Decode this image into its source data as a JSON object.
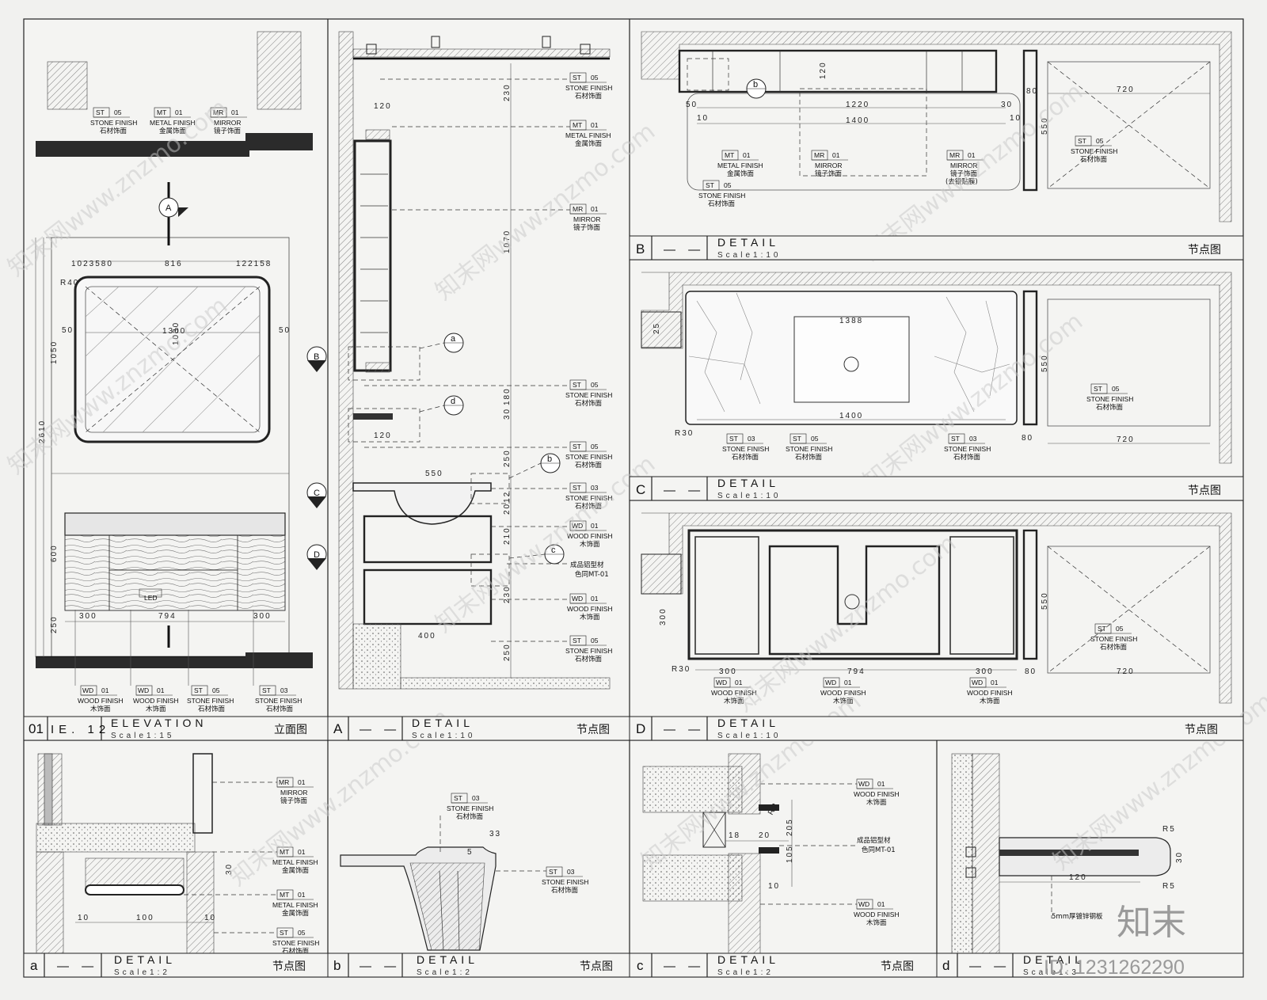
{
  "panels": {
    "elevation": {
      "letter": "01",
      "dashes": "IE. 12",
      "title": "ELEVATION",
      "scale": "Scale1:15",
      "cn": "立面图"
    },
    "A": {
      "letter": "A",
      "dashes": "— —",
      "title": "DETAIL",
      "scale": "Scale1:10",
      "cn": "节点图"
    },
    "B": {
      "letter": "B",
      "dashes": "— —",
      "title": "DETAIL",
      "scale": "Scale1:10",
      "cn": "节点图"
    },
    "C": {
      "letter": "C",
      "dashes": "— —",
      "title": "DETAIL",
      "scale": "Scale1:10",
      "cn": "节点图"
    },
    "D": {
      "letter": "D",
      "dashes": "— —",
      "title": "DETAIL",
      "scale": "Scale1:10",
      "cn": "节点图"
    },
    "a": {
      "letter": "a",
      "dashes": "— —",
      "title": "DETAIL",
      "scale": "Scale1:2",
      "cn": "节点图"
    },
    "b": {
      "letter": "b",
      "dashes": "— —",
      "title": "DETAIL",
      "scale": "Scale1:2",
      "cn": "节点图"
    },
    "c": {
      "letter": "c",
      "dashes": "— —",
      "title": "DETAIL",
      "scale": "Scale1:2",
      "cn": "节点图"
    },
    "d": {
      "letter": "d",
      "dashes": "— —",
      "title": "DETAIL",
      "scale": "Scale1:3",
      "cn": ""
    }
  },
  "materials": {
    "ST05": {
      "code": "ST",
      "num": "05",
      "en": "STONE FINISH",
      "cn": "石材饰面"
    },
    "ST03": {
      "code": "ST",
      "num": "03",
      "en": "STONE FINISH",
      "cn": "石材饰面"
    },
    "MT01": {
      "code": "MT",
      "num": "01",
      "en": "METAL FINISH",
      "cn": "金属饰面"
    },
    "MR01": {
      "code": "MR",
      "num": "01",
      "en": "MIRROR",
      "cn": "镜子饰面"
    },
    "MR01b": {
      "code": "MR",
      "num": "01",
      "en": "MIRROR",
      "cn": "镜子饰面"
    },
    "MR01c": {
      "code": "MR",
      "num": "01",
      "en": "MIRROR",
      "cn": "镜子饰面",
      "note": "(去银贴膜)"
    },
    "WD01": {
      "code": "WD",
      "num": "01",
      "en": "WOOD FINISH",
      "cn": "木饰面"
    }
  },
  "notes": {
    "alu_profile": "成品铝型材",
    "alu_color": "色同MT-01",
    "steel_plate": "5mm厚镀锌钢板",
    "led": "LED"
  },
  "dims": {
    "elev_1300": "1300",
    "elev_1030": "1030",
    "elev_816": "816",
    "elev_1050": "1050",
    "elev_2610": "2610",
    "elev_600": "600",
    "elev_250": "250",
    "elev_794": "794",
    "elev_300": "300",
    "elev_50": "50",
    "elev_top": "1023580",
    "elev_top2": "122158",
    "elev_R40": "R40",
    "A_230": "230",
    "A_120": "120",
    "A_1070": "1070",
    "A_180": "180",
    "A_30": "30",
    "A_250": "250",
    "A_550": "550",
    "A_210": "210",
    "A_400": "400",
    "A_2012": "2012",
    "A_230b": "230",
    "A_120b": "120",
    "B_1220": "1220",
    "B_1400": "1400",
    "B_720": "720",
    "B_550": "550",
    "B_50": "50",
    "B_10": "10",
    "B_120": "120",
    "B_80": "80",
    "B_30": "30",
    "C_1388": "1388",
    "C_1400": "1400",
    "C_720": "720",
    "C_550": "550",
    "C_25": "25",
    "C_R30": "R30",
    "C_80": "80",
    "D_300": "300",
    "D_794": "794",
    "D_720": "720",
    "D_550": "550",
    "D_80": "80",
    "D_R30": "R30",
    "a_100": "100",
    "a_10": "10",
    "a_30": "30",
    "b_5": "5",
    "b_33": "33",
    "c_18": "18",
    "c_20": "20",
    "c_205": "205",
    "c_105": "105",
    "c_10": "10",
    "c_R2": "R2",
    "d_120": "120",
    "d_30": "30",
    "d_R5": "R5"
  },
  "bubbles": {
    "a": "a",
    "b": "b",
    "c": "c",
    "d": "d",
    "A": "A",
    "B": "B",
    "C": "C",
    "D": "D"
  },
  "watermark": {
    "text": "知末网www.znzmo.com",
    "logo": "知末",
    "id": "ID: 1231262290"
  }
}
